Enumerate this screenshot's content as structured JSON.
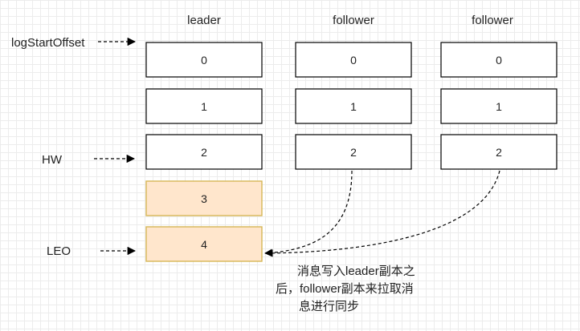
{
  "columns": [
    {
      "header": "leader",
      "cells": [
        "0",
        "1",
        "2",
        "3",
        "4"
      ],
      "highlighted": [
        false,
        false,
        false,
        true,
        true
      ]
    },
    {
      "header": "follower",
      "cells": [
        "0",
        "1",
        "2"
      ],
      "highlighted": [
        false,
        false,
        false
      ]
    },
    {
      "header": "follower",
      "cells": [
        "0",
        "1",
        "2"
      ],
      "highlighted": [
        false,
        false,
        false
      ]
    }
  ],
  "markers": {
    "log_start_offset": "logStartOffset",
    "hw": "HW",
    "leo": "LEO"
  },
  "note": {
    "line1": "消息写入leader副本之",
    "line2": "后，follower副本来拉取消",
    "line3": "息进行同步"
  },
  "colors": {
    "box_stroke": "#000000",
    "box_fill": "#ffffff",
    "highlight_fill": "#ffe6cc",
    "highlight_stroke": "#d6b656",
    "text": "#222222"
  }
}
